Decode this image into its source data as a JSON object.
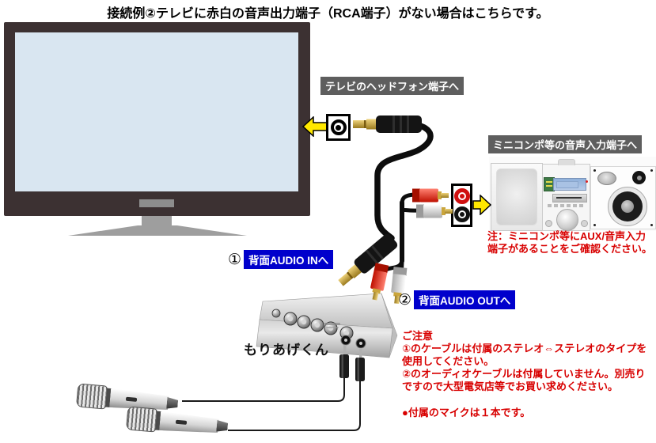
{
  "title": "接続例②テレビに赤白の音声出力端子（RCA端子）がない場合はこちらです。",
  "callouts": {
    "tv_jack": "テレビのヘッドフォン端子へ",
    "compo_jack": "ミニコンポ等の音声入力端子へ",
    "audio_in_num": "①",
    "audio_in": "背面AUDIO INへ",
    "audio_out_num": "②",
    "audio_out": "背面AUDIO OUTへ"
  },
  "notes": {
    "compo_caution": [
      "注：ミニコンポ等にAUX/音声入力",
      "端子があることをご確認ください。"
    ],
    "caution_title": "ご注意",
    "caution_lines": [
      "①のケーブルは付属のステレオ⇔ステレオのタイプを",
      "使用してください。",
      "②のオーディオケーブルは付属していません。別売り",
      "ですので大型電気店等でお買い求めください。"
    ],
    "mic_note": "●付属のマイクは１本です。"
  },
  "devices": {
    "mixer_label": "もりあげくん"
  },
  "icons": {
    "headphone_jack": "double-circle-minijack-icon",
    "rca_jack_plate": "red-white-rca-jack-icon",
    "arrow_left": "yellow-arrow-left-icon",
    "arrow_right": "yellow-arrow-right-icon"
  },
  "colors": {
    "label_blue": "#0000cc",
    "label_gray": "#5e5e5e",
    "note_red": "#d80000",
    "arrow_yellow": "#ffe800",
    "tv_frame": "#3c3132",
    "tv_screen": "#d9e6f1"
  }
}
